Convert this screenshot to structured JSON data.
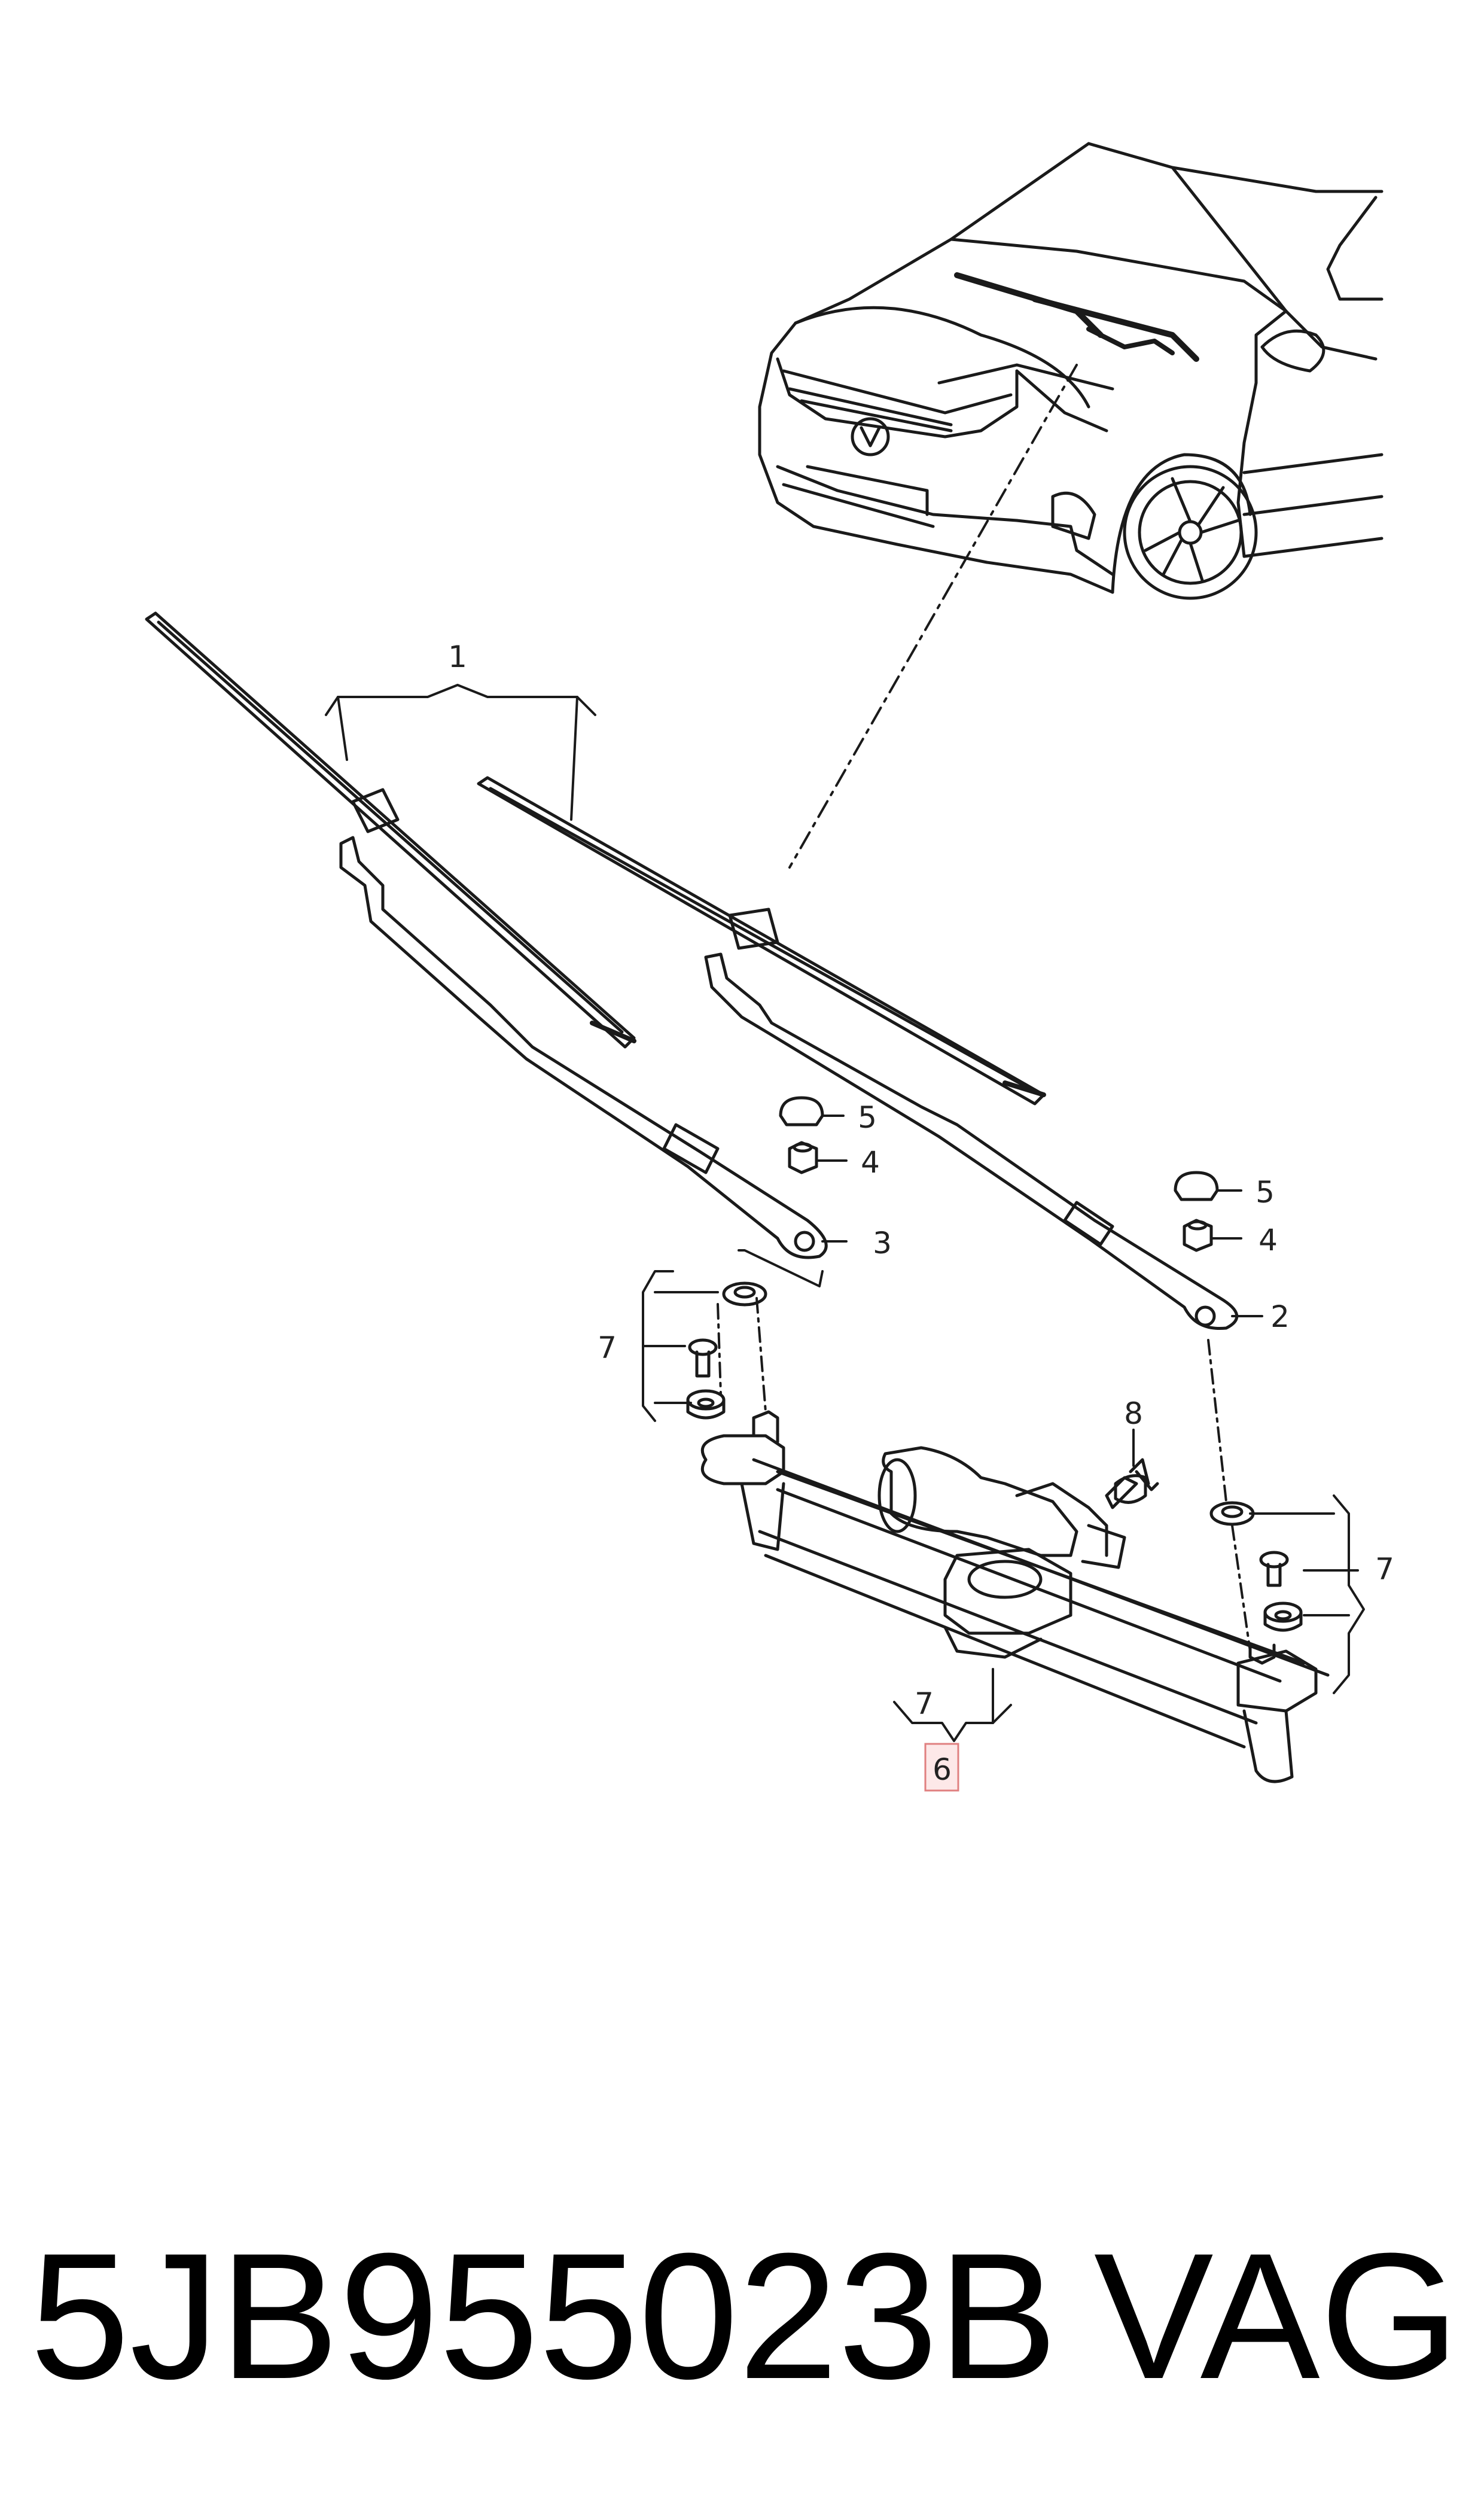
{
  "diagram": {
    "callouts": {
      "c1": "1",
      "c2": "2",
      "c3": "3",
      "c4a": "4",
      "c4b": "4",
      "c5a": "5",
      "c5b": "5",
      "c6": "6",
      "c7a": "7",
      "c7b": "7",
      "c7c": "7",
      "c8": "8"
    },
    "highlighted_part": "6"
  },
  "footer": {
    "part_number": "5JB955023B",
    "brand": "VAG"
  },
  "colors": {
    "line": "#1a1a1a",
    "highlight_border": "#e08080",
    "highlight_fill": "#fde8e8"
  }
}
